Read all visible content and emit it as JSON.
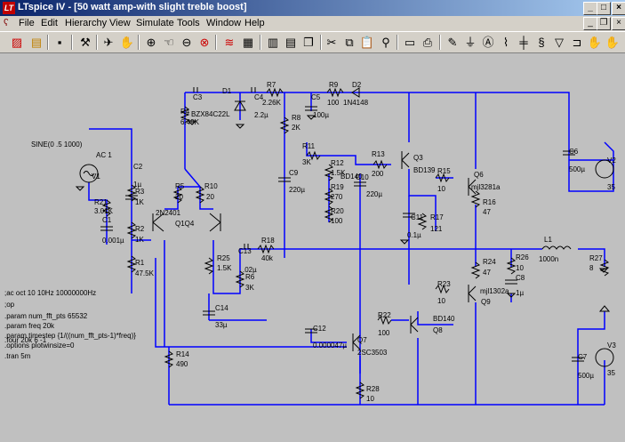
{
  "window": {
    "title": "LTspice IV - [50 watt amp-with slight treble boost]",
    "app_icon": "ltspice-logo-icon",
    "controls": [
      "minimize-icon",
      "maximize-icon",
      "close-icon"
    ]
  },
  "menu": {
    "items": [
      "File",
      "Edit",
      "Hierarchy",
      "View",
      "Simulate",
      "Tools",
      "Window",
      "Help"
    ]
  },
  "toolbar": {
    "icons": [
      "new-schematic-icon",
      "open-icon",
      "save-icon",
      "control-panel-icon",
      "run-icon",
      "halt-icon",
      "zoom-in-icon",
      "zoom-pan-icon",
      "zoom-out-icon",
      "zoom-cancel-icon",
      "waveform-icon",
      "tile-horizontal-icon",
      "tile-vertical-icon",
      "cascade-icon",
      "cut-icon",
      "copy-icon",
      "paste-icon",
      "find-icon",
      "page-setup-icon",
      "print-icon",
      "draw-wire-icon",
      "ground-icon",
      "label-net-icon",
      "resistor-icon",
      "capacitor-icon",
      "inductor-icon",
      "diode-icon",
      "component-icon",
      "rotate-icon",
      "mirror-icon",
      "drag-icon",
      "move-icon"
    ]
  },
  "colors": {
    "wire": "#0000ff",
    "component": "#000000",
    "background": "#c0c0c0",
    "titlebar_start": "#0a246a",
    "titlebar_end": "#a6caf0"
  },
  "schematic": {
    "sources": {
      "v1_name": "V1",
      "v1_value": "SINE(0 .5 1000)",
      "v1_ac": "AC 1",
      "v2_name": "V2",
      "v2_value": "35",
      "v3_name": "V3",
      "v3_value": "35"
    },
    "resistors": {
      "r1": "R1",
      "r1_val": "47.5K",
      "r2": "R2",
      "r2_val": "1K",
      "r3": "R3",
      "r3_val": "1K",
      "r4": "R4",
      "r4_val": "6.49K",
      "r5": "R5",
      "r5_val": "20",
      "r6": "R6",
      "r6_val": "3K",
      "r7": "R7",
      "r7_val": "2.26K",
      "r8": "R8",
      "r8_val": "2K",
      "r9": "R9",
      "r9_val": "100",
      "r10": "R10",
      "r10_val": "20",
      "r11": "R11",
      "r11_val": "3K",
      "r12": "R12",
      "r12_val": "1.5K",
      "r13": "R13",
      "r13_val": "200",
      "r14": "R14",
      "r14_val": "490",
      "r15": "R15",
      "r15_val": "10",
      "r16": "R16",
      "r16_val": "47",
      "r17": "R17",
      "r17_val": "121",
      "r18": "R18",
      "r18_val": "40k",
      "r19": "R19",
      "r19_val": "270",
      "r20": "R20",
      "r20_val": "100",
      "r21": "R21",
      "r21_val": "3.01K",
      "r22": "R22",
      "r22_val": "100",
      "r23": "R23",
      "r23_val": "10",
      "r24": "R24",
      "r24_val": "47",
      "r25": "R25",
      "r25_val": "1.5K",
      "r26": "R26",
      "r26_val": "10",
      "r27": "R27",
      "r27_val": "8",
      "r28": "R28",
      "r28_val": "10"
    },
    "capacitors": {
      "c1": "C1",
      "c1_val": "0.001µ",
      "c2": "C2",
      "c2_val": "1µ",
      "c3": "C3",
      "c4": "C4",
      "c4_val": "2.2µ",
      "c5": "C5",
      "c5_val": "100µ",
      "c6": "C6",
      "c6_val": "500µ",
      "c7": "C7",
      "c7_val": "500µ",
      "c8": "C8",
      "c8_val": "1µ",
      "c9": "C9",
      "c9_val": "220µ",
      "c10": "C10",
      "c10_val": "220µ",
      "c11": "C11",
      "c11_val": "0.1µ",
      "c12": "C12",
      "c12_val": "0.000047µ",
      "c13": "C13",
      "c13_val": ".02µ",
      "c14": "C14",
      "c14_val": "33µ"
    },
    "diodes": {
      "d1": "D1",
      "d1_val": "BZX84C22L",
      "d2": "D2",
      "d2_val": "1N4148"
    },
    "inductors": {
      "l1": "L1",
      "l1_val": "1000n"
    },
    "transistors": {
      "q1": "Q1",
      "q1_val": "2N2401",
      "q1_label2": "Q1Q4",
      "q3": "Q3",
      "q3_val": "BD139",
      "q5_val": "BD140",
      "q6": "Q6",
      "q6_val": "mjl3281a",
      "q7": "Q7",
      "q7_val": "2SC3503",
      "q8": "Q8",
      "q8_val": "BD140",
      "q9": "Q9",
      "q9_val": "mjl1302a"
    },
    "directives": [
      ";ac oct 10 10Hz 10000000Hz",
      ";op",
      ".param num_fft_pts 65532",
      ".param freq 20k",
      ".param timestep {1/((num_fft_pts-1)*freq)}",
      ".options plotwinsize=0",
      ".four 20k 6 -1",
      ".tran 5m"
    ]
  }
}
